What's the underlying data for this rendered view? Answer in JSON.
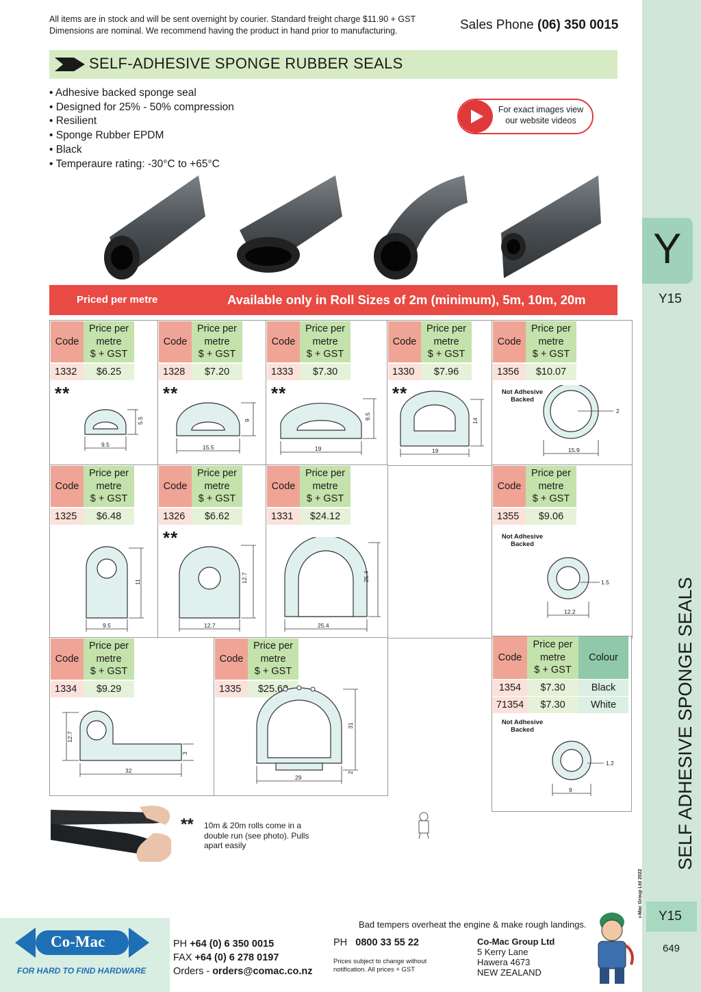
{
  "header": {
    "note_line1": "All items are in stock and will be sent overnight by courier. Standard freight charge $11.90 + GST",
    "note_line2": "Dimensions are nominal. We recommend having the product in hand prior to manufacturing.",
    "phone_label": "Sales Phone",
    "phone_number": "(06) 350 0015"
  },
  "section_title": "SELF-ADHESIVE SPONGE RUBBER SEALS",
  "features": [
    "• Adhesive backed sponge seal",
    "• Designed for 25% - 50% compression",
    "• Resilient",
    "• Sponge Rubber EPDM",
    "• Black",
    "• Temperaure rating: -30°C to +65°C"
  ],
  "video_note": "For exact images view our website videos",
  "pricing_bar": {
    "left": "Priced per metre",
    "right": "Available only in Roll Sizes of 2m (minimum), 5m, 10m, 20m"
  },
  "table_headers": {
    "code": "Code",
    "price_l1": "Price per",
    "price_l2": "metre",
    "price_l3": "$ + GST",
    "colour": "Colour"
  },
  "products": [
    {
      "code": "1332",
      "price": "$6.25",
      "stars": "**",
      "dims": [
        "9.5",
        "5.5"
      ]
    },
    {
      "code": "1328",
      "price": "$7.20",
      "stars": "**",
      "dims": [
        "15.5",
        "9"
      ]
    },
    {
      "code": "1333",
      "price": "$7.30",
      "stars": "**",
      "dims": [
        "19",
        "9.5"
      ]
    },
    {
      "code": "1330",
      "price": "$7.96",
      "stars": "**",
      "dims": [
        "19",
        "14"
      ]
    },
    {
      "code": "1356",
      "price": "$10.07",
      "note": "Not Adhesive Backed",
      "dims": [
        "15.9",
        "2"
      ]
    },
    {
      "code": "1325",
      "price": "$6.48",
      "dims": [
        "9.5",
        "11"
      ]
    },
    {
      "code": "1326",
      "price": "$6.62",
      "stars": "**",
      "dims": [
        "12.7",
        "12.7"
      ]
    },
    {
      "code": "1331",
      "price": "$24.12",
      "dims": [
        "25.4",
        "25.4"
      ]
    },
    {
      "code": "1355",
      "price": "$9.06",
      "note": "Not Adhesive Backed",
      "dims": [
        "12.2",
        "1.5"
      ]
    },
    {
      "code": "1334",
      "price": "$9.29",
      "dims": [
        "32",
        "12.7",
        "3"
      ]
    },
    {
      "code": "1335",
      "price": "$25.62",
      "dims": [
        "29",
        "31",
        "2"
      ]
    }
  ],
  "colour_product": {
    "rows": [
      {
        "code": "1354",
        "price": "$7.30",
        "colour": "Black"
      },
      {
        "code": "71354",
        "price": "$7.30",
        "colour": "White"
      }
    ],
    "note": "Not Adhesive Backed",
    "dims": [
      "9",
      "1.2"
    ]
  },
  "double_run_note": {
    "stars": "**",
    "text": "10m & 20m rolls come in a double run (see photo). Pulls apart easily"
  },
  "sidebar": {
    "letter": "Y",
    "code_top": "Y15",
    "vertical_title": "SELF ADHESIVE SPONGE SEALS",
    "copyright": "© Co-Mac Group Ltd 2022",
    "code_bottom": "Y15",
    "page_number": "649"
  },
  "footer": {
    "tagline": "Bad tempers overheat the engine & make rough landings.",
    "logo_text": "Co-Mac",
    "logo_slogan": "FOR HARD TO FIND HARDWARE",
    "ph_label": "PH",
    "ph": "+64 (0) 6 350 0015",
    "fax_label": "FAX",
    "fax": "+64 (0) 6 278 0197",
    "orders_label": "Orders -",
    "orders": "orders@comac.co.nz",
    "ph2_label": "PH",
    "ph2": "0800 33 55 22",
    "prices_note": "Prices subject to change without notification. All prices + GST",
    "company": "Co-Mac Group Ltd",
    "address1": "5 Kerry Lane",
    "address2": "Hawera 4673",
    "address3": "NEW ZEALAND"
  },
  "colors": {
    "accent_red": "#e94a43",
    "banner_green": "#d6ebc4",
    "sidebar_green": "#cfe6d8",
    "logo_blue": "#1e6fb5"
  }
}
